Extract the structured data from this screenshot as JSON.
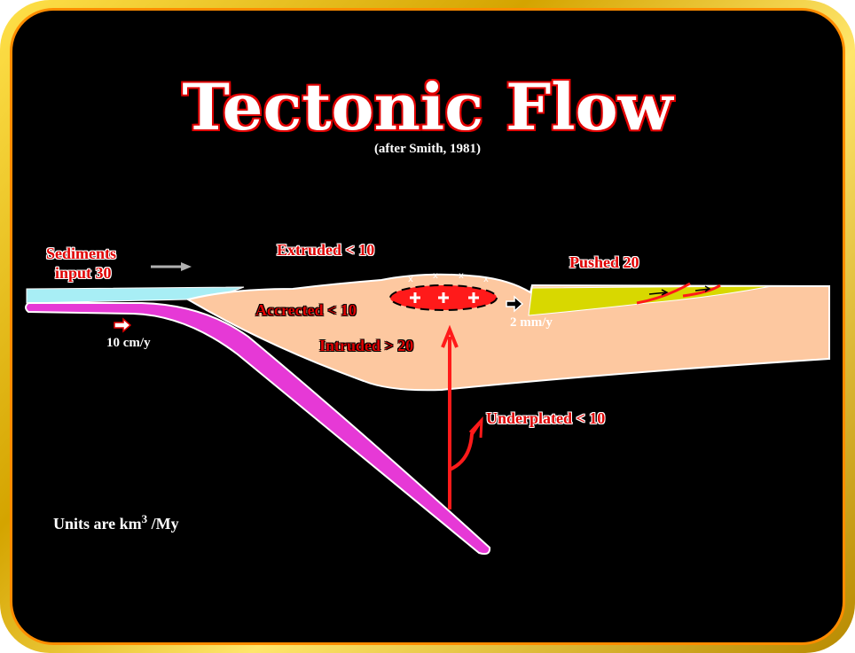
{
  "title": "Tectonic Flow",
  "subtitle": "(after Smith, 1981)",
  "labels": {
    "sediments_line1": "Sediments",
    "sediments_line2": "input  30",
    "extruded": "Extruded < 10",
    "pushed": "Pushed  20",
    "accreted": "Accrected < 10",
    "intruded": "Intruded > 20",
    "underplated": "Underplated < 10",
    "rate_slab": "10 cm/y",
    "rate_push": "2 mm/y"
  },
  "units": {
    "prefix": "Units are km",
    "exponent": "3",
    "suffix": " /My"
  },
  "colors": {
    "frame_gold": "#ffd21f",
    "background": "#000000",
    "wedge": "#fdc8a0",
    "sediment": "#a8eef5",
    "slab": "#e639d6",
    "magma": "#ff1a1a",
    "pushed_zone": "#d8d800",
    "label_red": "#e00000"
  }
}
